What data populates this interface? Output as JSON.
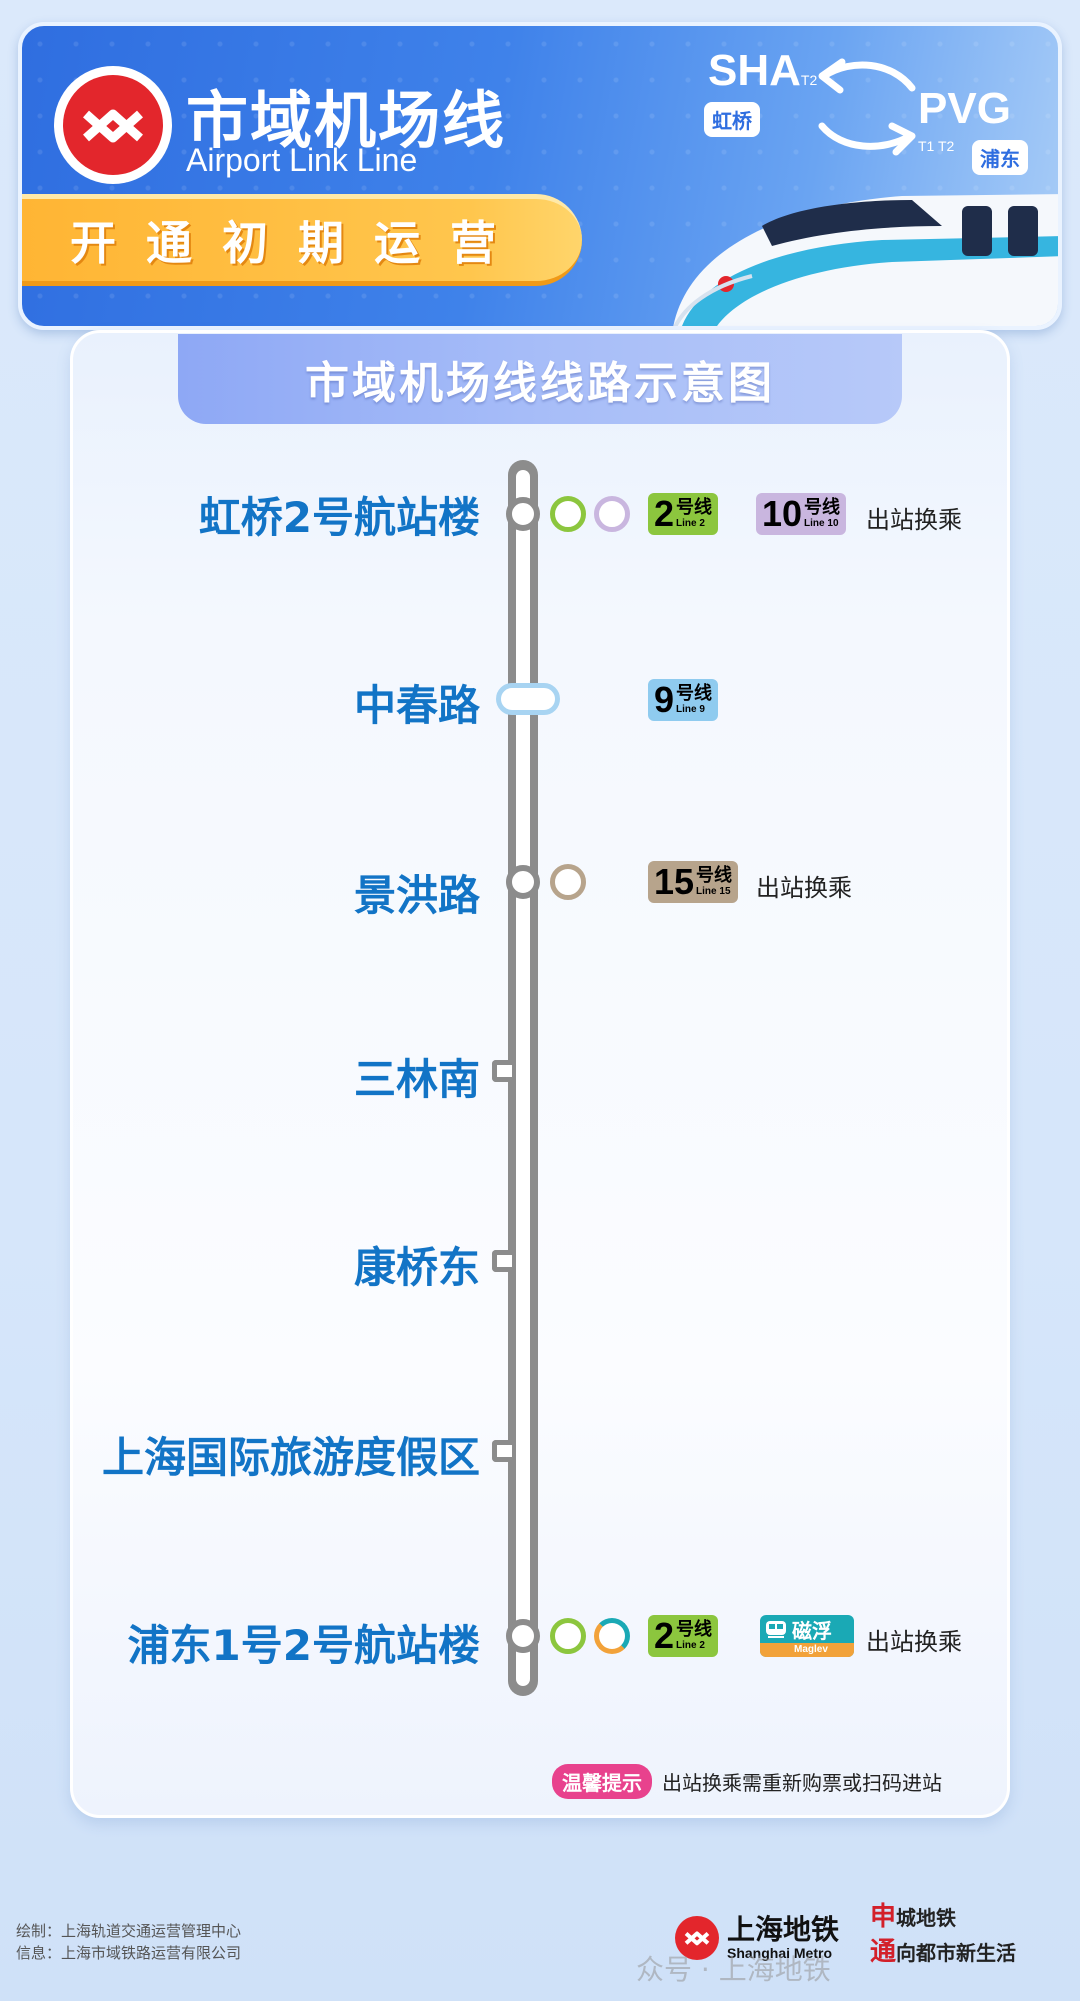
{
  "header": {
    "title_cn": "市域机场线",
    "title_en": "Airport Link Line",
    "ribbon": "开通初期运营",
    "airports": [
      {
        "code": "SHA",
        "terminal": "T2",
        "name": "虹桥"
      },
      {
        "code": "PVG",
        "terminal": "T1 T2",
        "name": "浦东"
      }
    ]
  },
  "diagram": {
    "title": "市域机场线线路示意图",
    "line_color": "#8c8c8c",
    "name_color": "#1274c6",
    "stations": [
      {
        "name": "虹桥2号航站楼",
        "transfer_note": "出站换乘"
      },
      {
        "name": "中春路"
      },
      {
        "name": "景洪路",
        "transfer_note": "出站换乘"
      },
      {
        "name": "三林南"
      },
      {
        "name": "康桥东"
      },
      {
        "name": "上海国际旅游度假区"
      },
      {
        "name": "浦东1号2号航站楼",
        "transfer_note": "出站换乘"
      }
    ],
    "badges": {
      "l2a": {
        "num": "2",
        "cn": "号线",
        "en": "Line 2",
        "color": "#8cc63e"
      },
      "l10": {
        "num": "10",
        "cn": "号线",
        "en": "Line 10",
        "color": "#c9b6df"
      },
      "l9": {
        "num": "9",
        "cn": "号线",
        "en": "Line 9",
        "color": "#8fcbef"
      },
      "l15": {
        "num": "15",
        "cn": "号线",
        "en": "Line 15",
        "color": "#b7a48c"
      },
      "l2b": {
        "num": "2",
        "cn": "号线",
        "en": "Line 2",
        "color": "#8cc63e"
      },
      "maglev": {
        "cn": "磁浮",
        "en": "Maglev",
        "color": "#1aa9b5"
      }
    },
    "tip_tag": "温馨提示",
    "tip_text": "出站换乘需重新购票或扫码进站"
  },
  "footer": {
    "drawn_by": "绘制：上海轨道交通运营管理中心",
    "info_by": "信息：上海市域铁路运营有限公司",
    "logo_cn": "上海地铁",
    "logo_en": "Shanghai Metro",
    "slogan_1_char": "申",
    "slogan_1_rest": "城地铁",
    "slogan_2_char": "通",
    "slogan_2_rest": "向都市新生活",
    "watermark": "众号 · 上海地铁"
  }
}
